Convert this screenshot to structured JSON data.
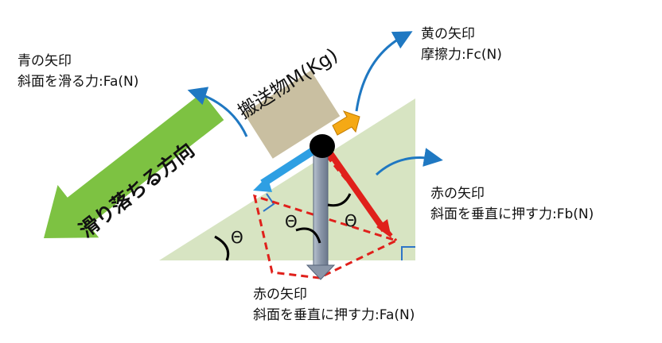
{
  "object_label": "搬送物M(Kg)",
  "direction_label": "滑り落ちる方向",
  "theta_symbol": "Θ",
  "arrows": {
    "blue": {
      "title": "青の矢印",
      "desc": "斜面を滑る力:Fa(N)",
      "color": "#2e9fe3"
    },
    "yellow": {
      "title": "黄の矢印",
      "desc": "摩擦力:Fc(N)",
      "color": "#f5a915"
    },
    "red_b": {
      "title": "赤の矢印",
      "desc": "斜面を垂直に押す力:Fb(N)",
      "color": "#e0201b"
    },
    "red_a": {
      "title": "赤の矢印",
      "desc": "斜面を垂直に押す力:Fa(N)"
    },
    "gravity": {
      "color": "#8a96a8"
    }
  },
  "colors": {
    "slope": "#d7e4c2",
    "box": "#c9bfa1",
    "direction_arrow": "#7dc242",
    "callout": "#1f78c2",
    "dashed_box": "#e0201b",
    "right_angle": "#2e75c7"
  }
}
